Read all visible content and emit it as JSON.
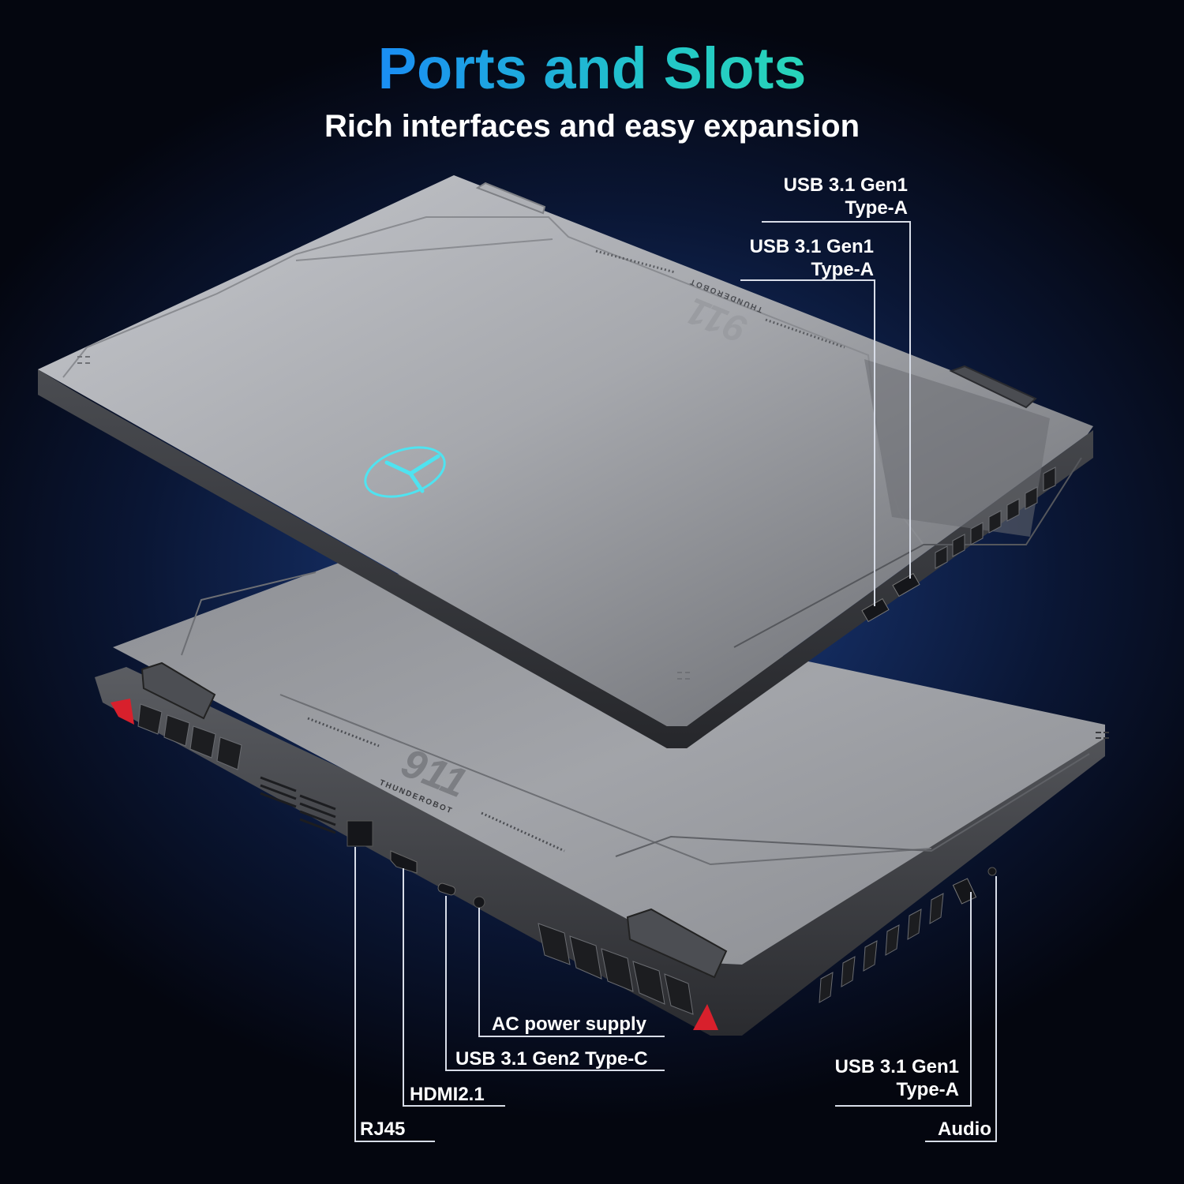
{
  "header": {
    "title": "Ports and Slots",
    "subtitle": "Rich interfaces and easy expansion"
  },
  "colors": {
    "title_gradient_start": "#1a8ff2",
    "title_gradient_end": "#2bdcb0",
    "background_center": "#1f3a7a",
    "background_edge": "#04060f",
    "logo_glow": "#4fe3f0",
    "accent_red": "#d8202c",
    "callout_line": "#d8dde8"
  },
  "product": {
    "brand_mark": "THUNDEROBOT",
    "model_mark": "911",
    "logo_icon": "thunderobot-glowing-logo-icon"
  },
  "callouts": {
    "top_laptop": [
      {
        "line1": "USB 3.1 Gen1",
        "line2": "Type-A"
      },
      {
        "line1": "USB 3.1 Gen1",
        "line2": "Type-A"
      }
    ],
    "bottom_laptop_rear": [
      {
        "label": "AC power supply"
      },
      {
        "label": "USB 3.1 Gen2 Type-C"
      },
      {
        "label": "HDMI2.1"
      },
      {
        "label": "RJ45"
      }
    ],
    "bottom_laptop_side": [
      {
        "line1": "USB 3.1 Gen1",
        "line2": "Type-A"
      },
      {
        "label": "Audio"
      }
    ]
  }
}
